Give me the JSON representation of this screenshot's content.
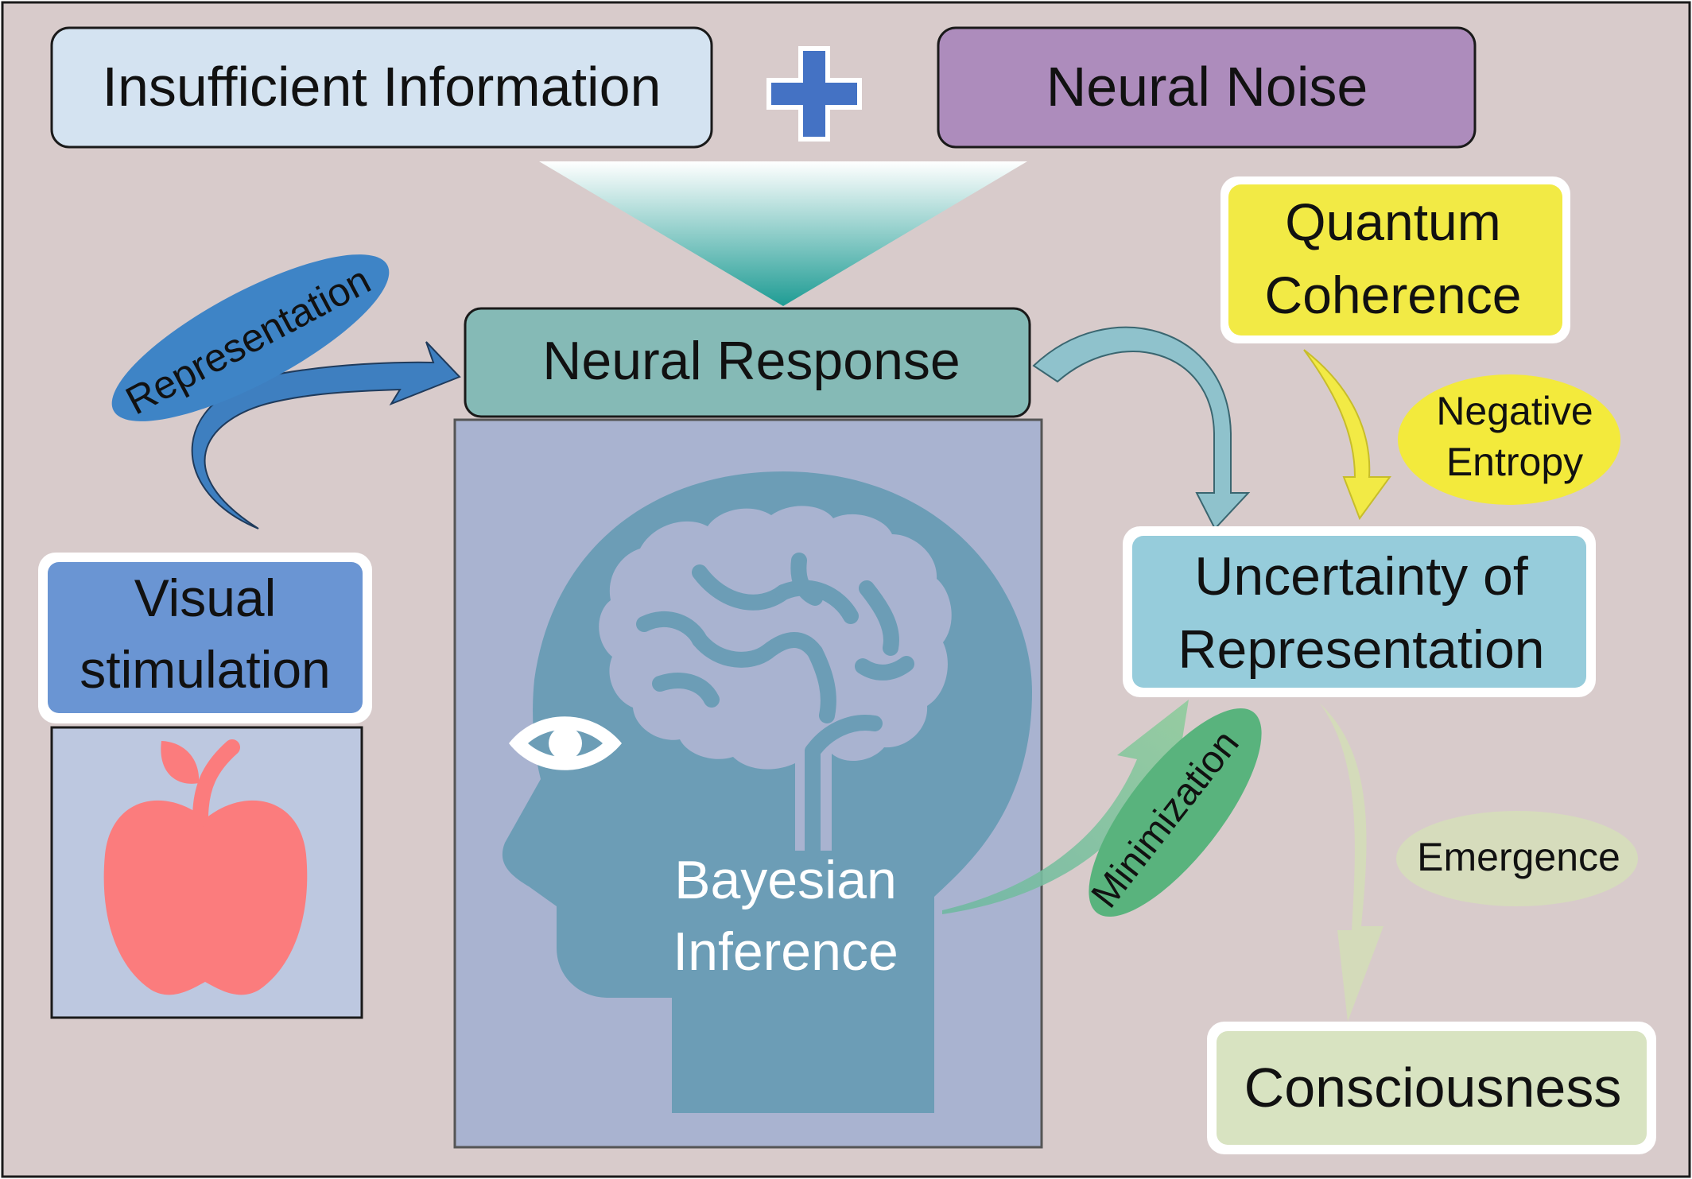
{
  "boxes": {
    "insufficient_information": "Insufficient Information",
    "neural_noise": "Neural Noise",
    "neural_response": "Neural Response",
    "quantum_coherence": [
      "Quantum",
      "Coherence"
    ],
    "visual_stimulation": [
      "Visual",
      "stimulation"
    ],
    "uncertainty_of_representation": [
      "Uncertainty of",
      "Representation"
    ],
    "consciousness": "Consciousness"
  },
  "center": {
    "bayesian_inference": [
      "Bayesian",
      "Inference"
    ]
  },
  "ellipses": {
    "representation": "Representation",
    "negative_entropy": [
      "Negative",
      "Entropy"
    ],
    "minimization": "Minimization",
    "emergence": "Emergence"
  },
  "icons": {
    "plus": "plus-icon",
    "head": "head-brain-icon",
    "eye": "eye-icon",
    "apple": "apple-icon"
  },
  "colors": {
    "background": "#d8cbcb",
    "insufficient_information": "#d4e3f1",
    "neural_noise": "#ad8cbc",
    "plus": "#4472c4",
    "neural_response": "#85bab6",
    "quantum_coherence": "#f2ea45",
    "visual_stimulation": "#6a95d3",
    "uncertainty": "#96ccdb",
    "consciousness": "#d8e3c1",
    "head_panel": "#a9b3d0",
    "head": "#6c9db6",
    "apple_panel": "#bdc8e0",
    "apple": "#fb7c7d",
    "representation_ellipse": "#3e84c6",
    "negative_entropy_ellipse": "#f3ea3c",
    "minimization_ellipse": "#59b37d",
    "emergence_ellipse": "#d6dcbc"
  }
}
